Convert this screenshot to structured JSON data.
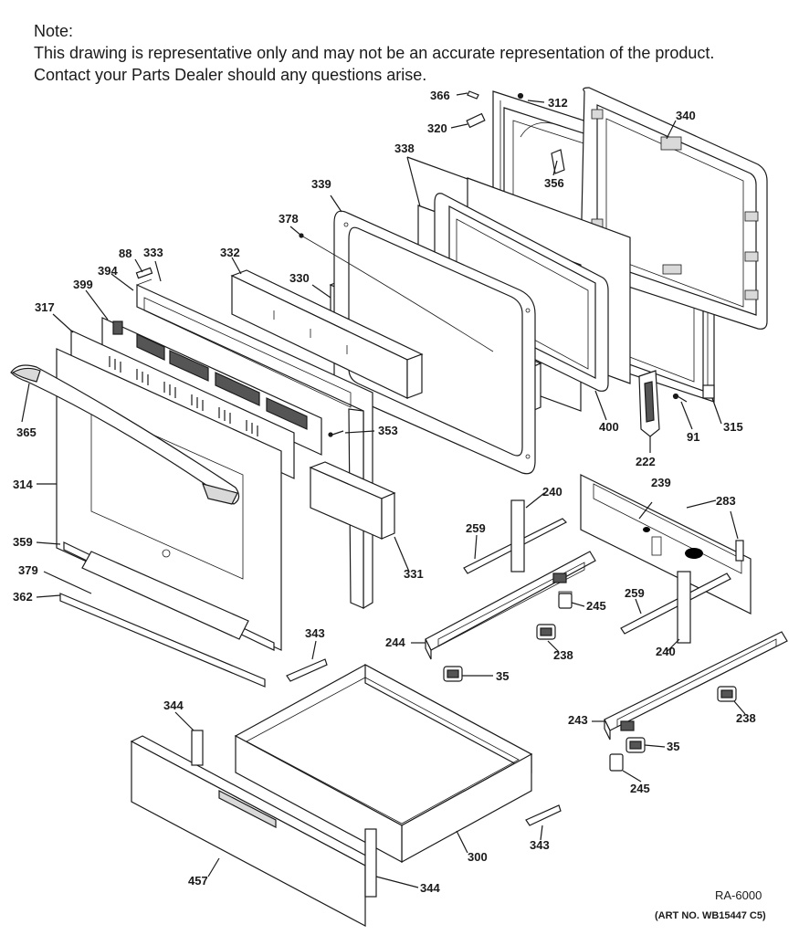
{
  "note": {
    "heading": "Note:",
    "line1": "This drawing is representative only and may not be an accurate representation of the product.",
    "line2": "Contact your Parts Dealer should any questions arise."
  },
  "parts": [
    {
      "id": "366",
      "label": "366"
    },
    {
      "id": "312",
      "label": "312"
    },
    {
      "id": "320",
      "label": "320"
    },
    {
      "id": "340",
      "label": "340"
    },
    {
      "id": "338",
      "label": "338"
    },
    {
      "id": "356",
      "label": "356"
    },
    {
      "id": "339",
      "label": "339"
    },
    {
      "id": "378",
      "label": "378"
    },
    {
      "id": "332",
      "label": "332"
    },
    {
      "id": "88",
      "label": "88"
    },
    {
      "id": "333",
      "label": "333"
    },
    {
      "id": "394",
      "label": "394"
    },
    {
      "id": "330",
      "label": "330"
    },
    {
      "id": "399",
      "label": "399"
    },
    {
      "id": "317",
      "label": "317"
    },
    {
      "id": "365",
      "label": "365"
    },
    {
      "id": "353",
      "label": "353"
    },
    {
      "id": "400",
      "label": "400"
    },
    {
      "id": "91",
      "label": "91"
    },
    {
      "id": "315",
      "label": "315"
    },
    {
      "id": "222",
      "label": "222"
    },
    {
      "id": "314",
      "label": "314"
    },
    {
      "id": "239",
      "label": "239"
    },
    {
      "id": "240a",
      "label": "240"
    },
    {
      "id": "283",
      "label": "283"
    },
    {
      "id": "259a",
      "label": "259"
    },
    {
      "id": "359",
      "label": "359"
    },
    {
      "id": "331",
      "label": "331"
    },
    {
      "id": "379",
      "label": "379"
    },
    {
      "id": "362",
      "label": "362"
    },
    {
      "id": "245a",
      "label": "245"
    },
    {
      "id": "259b",
      "label": "259"
    },
    {
      "id": "343a",
      "label": "343"
    },
    {
      "id": "244",
      "label": "244"
    },
    {
      "id": "238a",
      "label": "238"
    },
    {
      "id": "240b",
      "label": "240"
    },
    {
      "id": "35a",
      "label": "35"
    },
    {
      "id": "344a",
      "label": "344"
    },
    {
      "id": "243",
      "label": "243"
    },
    {
      "id": "238b",
      "label": "238"
    },
    {
      "id": "35b",
      "label": "35"
    },
    {
      "id": "245b",
      "label": "245"
    },
    {
      "id": "300",
      "label": "300"
    },
    {
      "id": "343b",
      "label": "343"
    },
    {
      "id": "457",
      "label": "457"
    },
    {
      "id": "344b",
      "label": "344"
    }
  ],
  "footer": {
    "drawing_code": "RA-6000",
    "art_number": "(ART NO. WB15447 C5)"
  }
}
